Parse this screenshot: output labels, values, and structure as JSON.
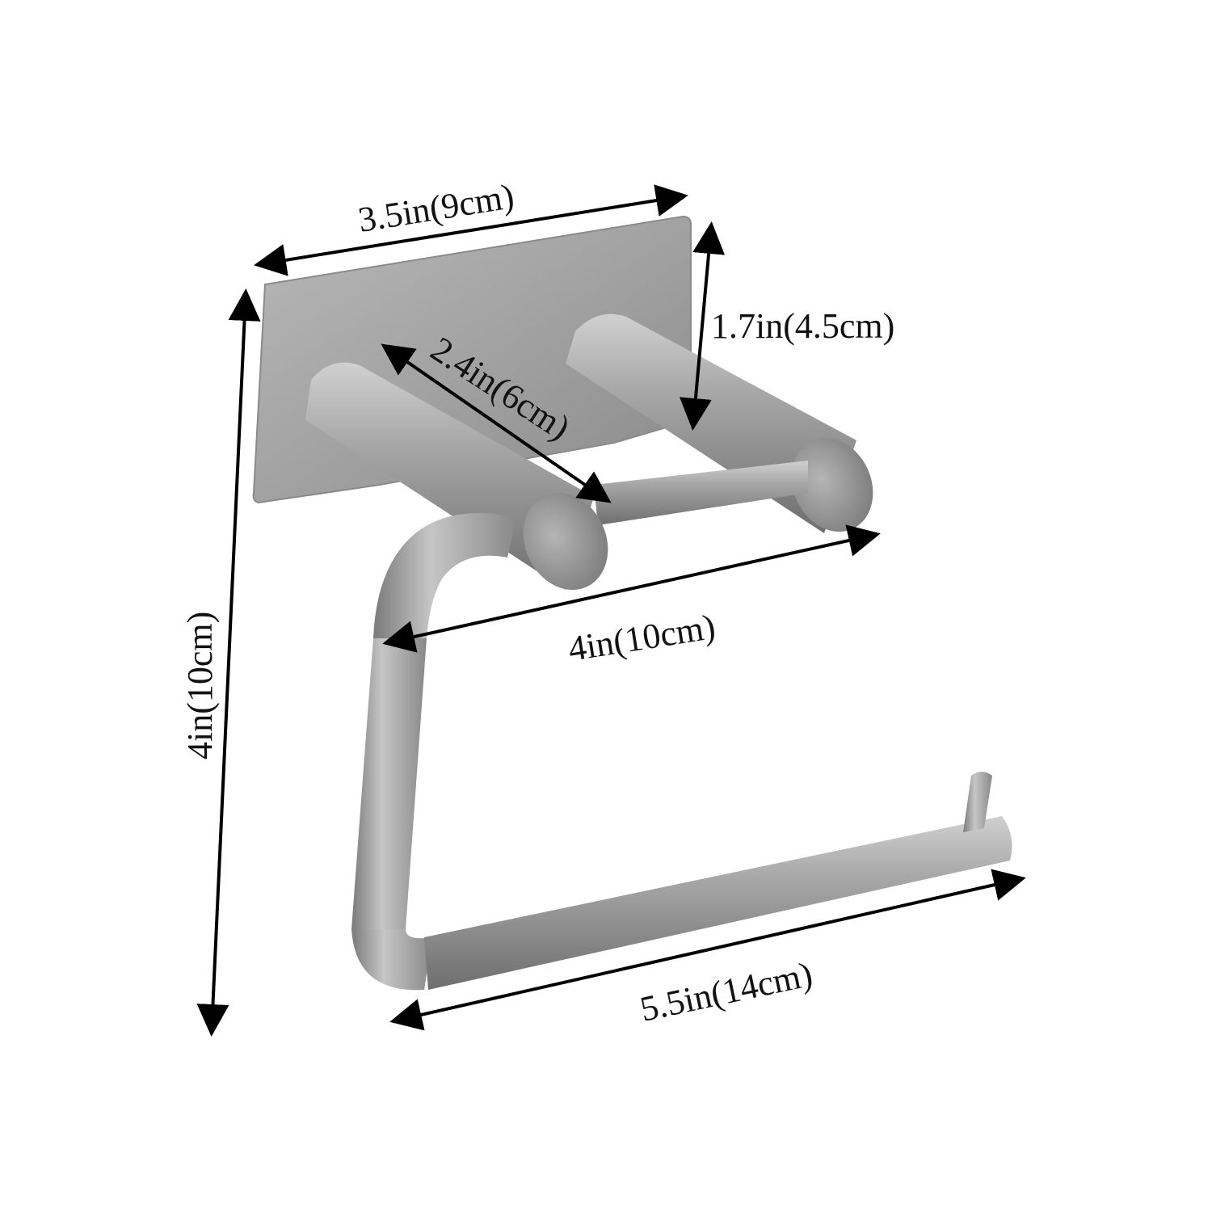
{
  "product": {
    "name": "toilet-paper-holder",
    "finish_color": "#a9a9a9",
    "shade_color": "#7d7d7d",
    "highlight_color": "#d8d8d8"
  },
  "dimensions": {
    "plate_width": "3.5in(9cm)",
    "plate_height": "1.7in(4.5cm)",
    "arm_length": "2.4in(6cm)",
    "depth": "4in(10cm)",
    "total_height": "4in(10cm)",
    "bar_length": "5.5in(14cm)"
  },
  "colors": {
    "background": "#ffffff",
    "text": "#111111",
    "arrow": "#000000"
  }
}
